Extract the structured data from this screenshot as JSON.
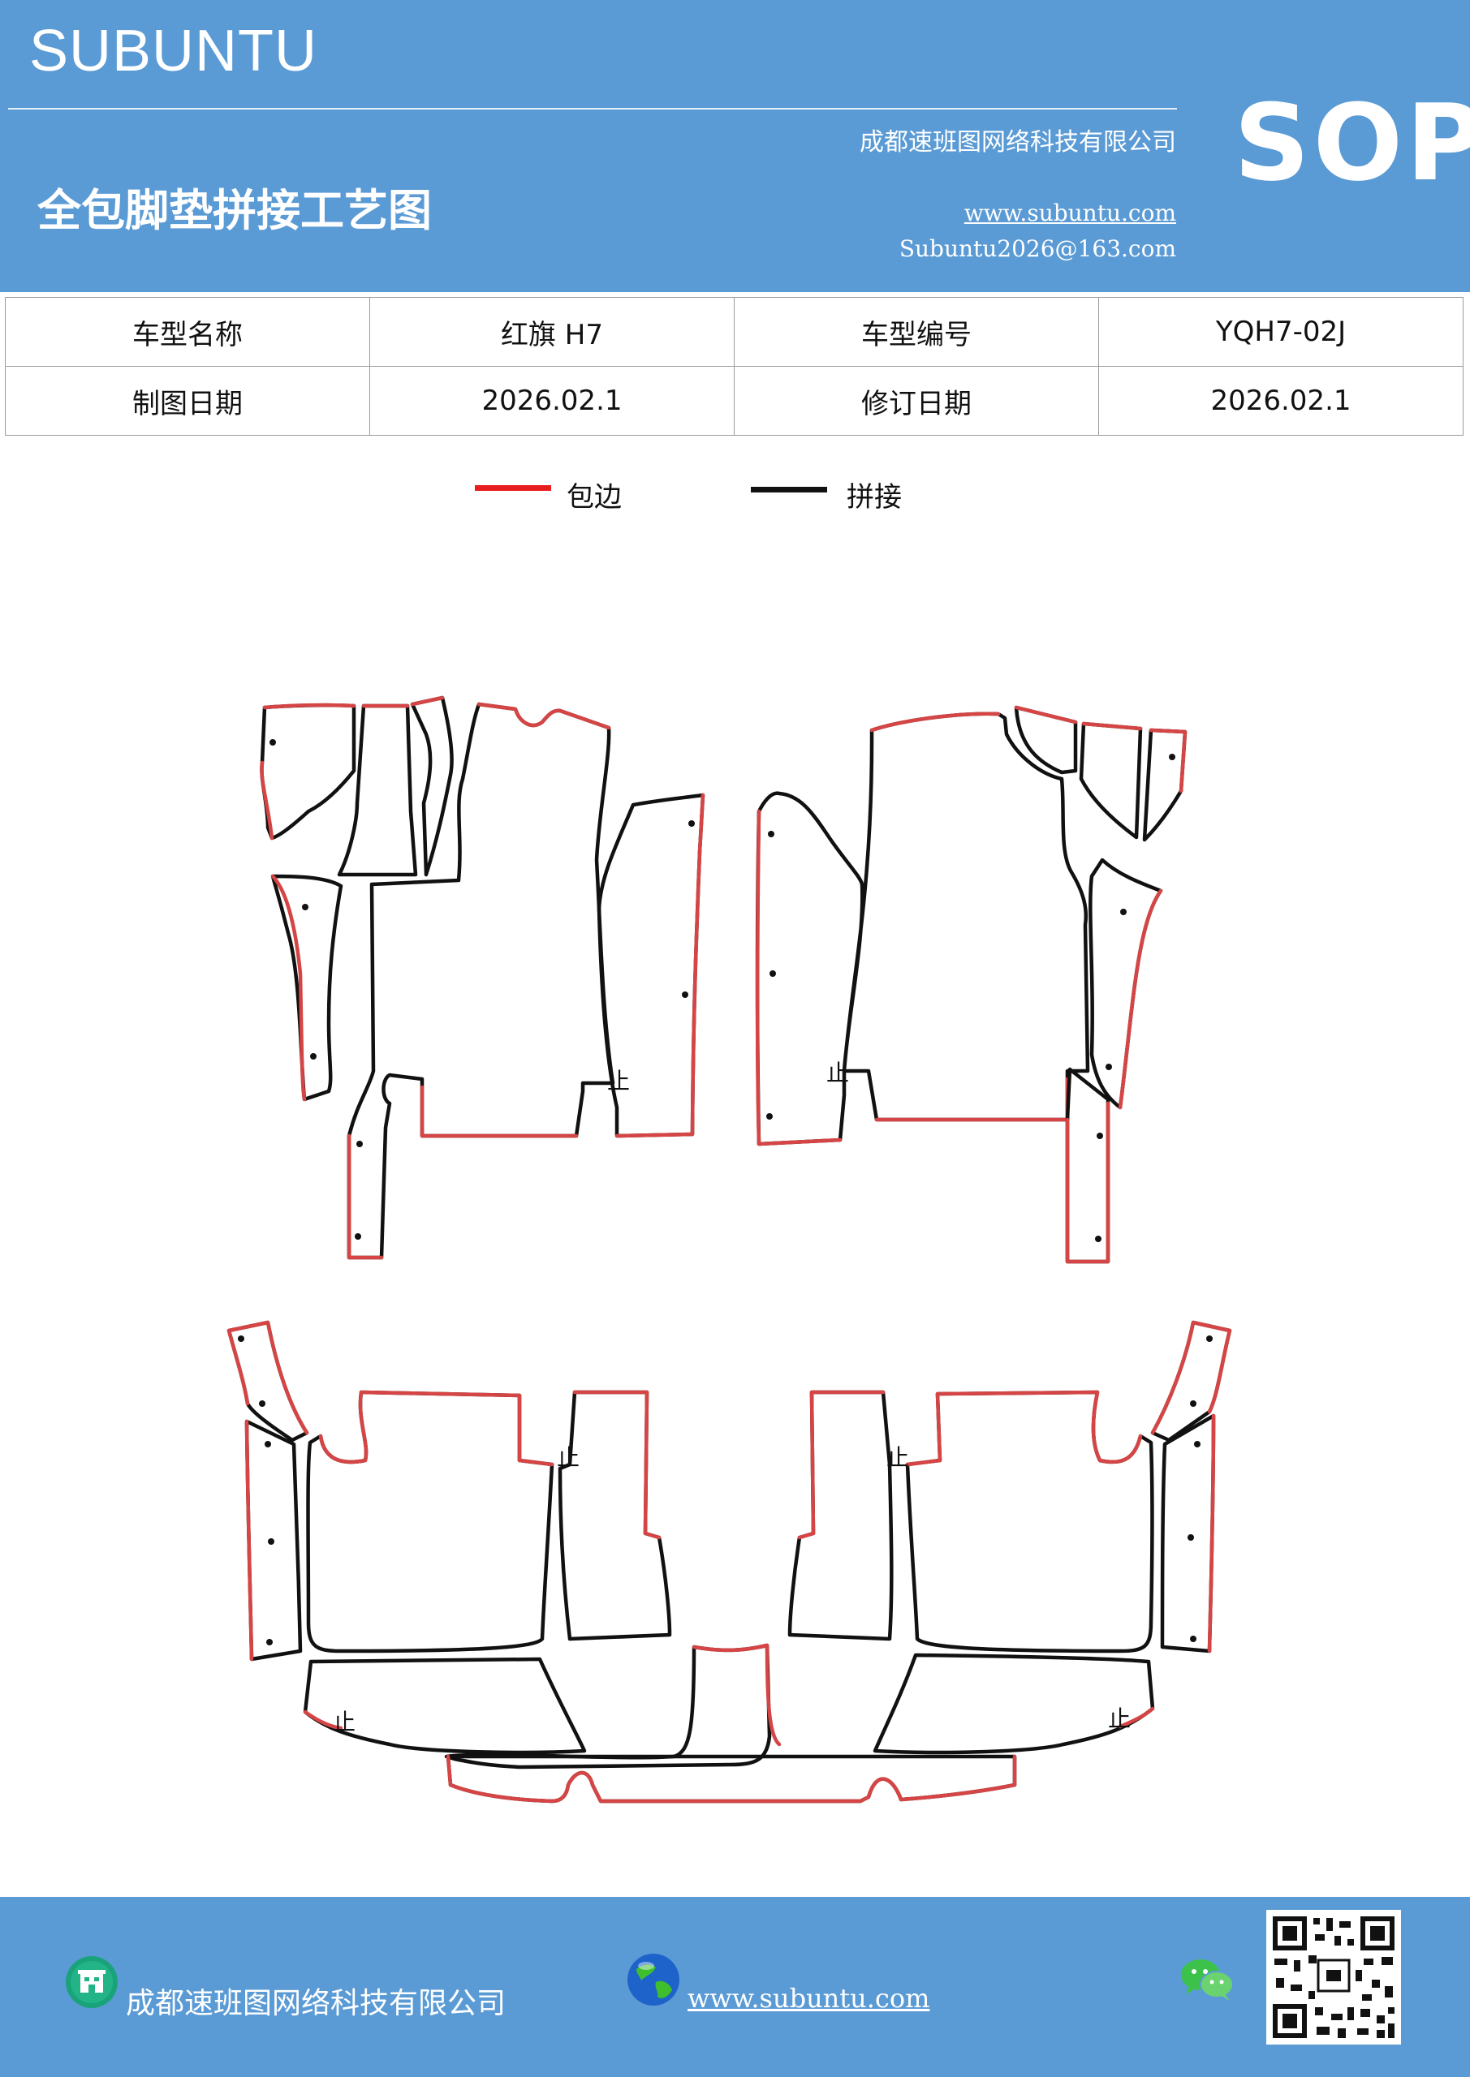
{
  "header": {
    "brand": "SUBUNTU",
    "company": "成都速班图网络科技有限公司",
    "title": "全包脚垫拼接工艺图",
    "website": "www.subuntu.com",
    "email": "Subuntu2026@163.com",
    "badge": "SOP"
  },
  "info": {
    "model_name_label": "车型名称",
    "model_name": "红旗 H7",
    "model_code_label": "车型编号",
    "model_code": "YQH7-02J",
    "draw_date_label": "制图日期",
    "draw_date": "2026.02.1",
    "revise_date_label": "修订日期",
    "revise_date": "2026.02.1"
  },
  "legend": {
    "edge_label": "包边",
    "edge_color": "#e81e1e",
    "join_label": "拼接",
    "join_color": "#111111"
  },
  "drawing": {
    "stop_mark": "止"
  },
  "footer": {
    "company": "成都速班图网络科技有限公司",
    "website": "www.subuntu.com",
    "icons": [
      "building-icon",
      "globe-icon",
      "wechat-icon",
      "qr-code"
    ]
  }
}
